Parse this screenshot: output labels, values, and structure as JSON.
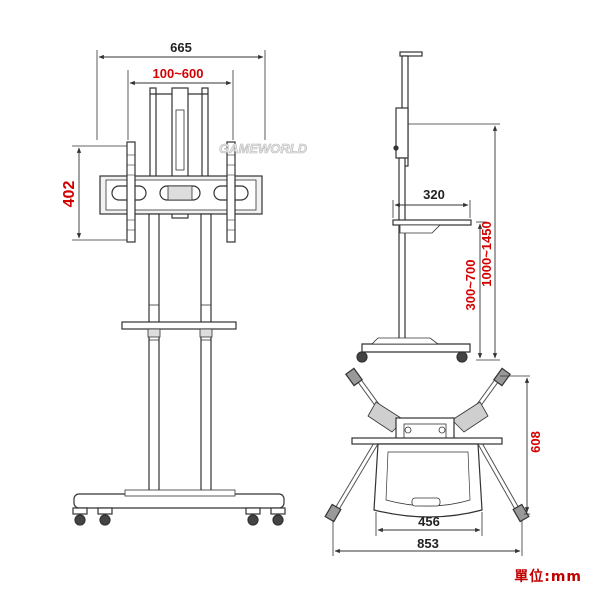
{
  "watermark": "GAMEWORLD",
  "front_view": {
    "width_label": "665",
    "vesa_label": "100~600",
    "height_label": "402"
  },
  "side_view": {
    "shelf_label": "320",
    "shelf_height_label": "300~700",
    "total_height_label": "1000~1450"
  },
  "top_view": {
    "depth_label": "608",
    "tray_label": "456",
    "span_label": "853"
  },
  "unit_label": "單位:mm",
  "colors": {
    "red": "#d40000",
    "line": "#333333"
  }
}
